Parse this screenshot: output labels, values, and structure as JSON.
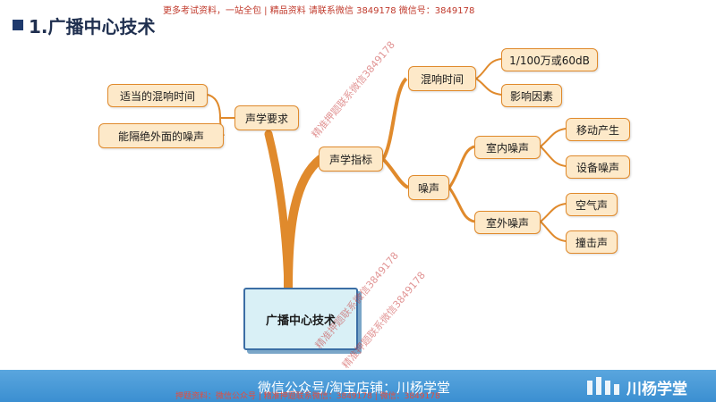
{
  "header": {
    "title": "1.广播中心技术",
    "top_note": "更多考试资料，一站全包 | 精品资料 请联系微信 3849178 微信号：3849178"
  },
  "mindmap": {
    "center": "广播中心技术",
    "branch_acoustic_req": "声学要求",
    "leaf_reverb_time_proper": "适当的混响时间",
    "leaf_isolate_noise": "能隔绝外面的噪声",
    "branch_acoustic_index": "声学指标",
    "sub_reverb_time": "混响时间",
    "leaf_ratio": "1/100万或60dB",
    "leaf_factors": "影响因素",
    "sub_noise": "噪声",
    "sub_indoor": "室内噪声",
    "leaf_moving": "移动产生",
    "leaf_equipment": "设备噪声",
    "sub_outdoor": "室外噪声",
    "leaf_air": "空气声",
    "leaf_impact": "撞击声"
  },
  "watermarks": {
    "w1": "精准押题联系微信3849178",
    "w2": "精准押题联系微信3849178",
    "w3": "精准押题联系微信3849178"
  },
  "footer": {
    "text": "微信公众号/淘宝店铺：川杨学堂",
    "note": "押题资料：微信公众号 | 精准押题联系微信：3849178 | 微信：3849178",
    "brand": "川杨学堂"
  },
  "colors": {
    "accent": "#e08a2c",
    "node_fill": "#fde9c9",
    "center_fill": "#d9f0f6",
    "footer": "#3b8fd1"
  }
}
